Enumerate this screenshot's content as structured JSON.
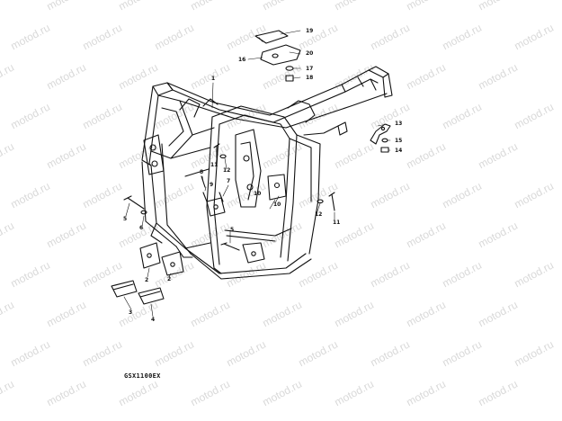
{
  "diagram": {
    "model_code": "GSX1100EX",
    "watermark_text": "motod.ru",
    "ink_color": "#111111",
    "callouts": [
      {
        "id": "c1",
        "label": "1"
      },
      {
        "id": "c2a",
        "label": "2"
      },
      {
        "id": "c2b",
        "label": "2"
      },
      {
        "id": "c3",
        "label": "3"
      },
      {
        "id": "c4",
        "label": "4"
      },
      {
        "id": "c5a",
        "label": "5"
      },
      {
        "id": "c5b",
        "label": "5"
      },
      {
        "id": "c6",
        "label": "6"
      },
      {
        "id": "c7",
        "label": "7"
      },
      {
        "id": "c8",
        "label": "8"
      },
      {
        "id": "c9",
        "label": "9"
      },
      {
        "id": "c10a",
        "label": "10"
      },
      {
        "id": "c10b",
        "label": "10"
      },
      {
        "id": "c11a",
        "label": "11"
      },
      {
        "id": "c11b",
        "label": "11"
      },
      {
        "id": "c12a",
        "label": "12"
      },
      {
        "id": "c12b",
        "label": "12"
      },
      {
        "id": "c13",
        "label": "13"
      },
      {
        "id": "c14",
        "label": "14"
      },
      {
        "id": "c15",
        "label": "15"
      },
      {
        "id": "c16",
        "label": "16"
      },
      {
        "id": "c17",
        "label": "17"
      },
      {
        "id": "c18",
        "label": "18"
      },
      {
        "id": "c19",
        "label": "19"
      },
      {
        "id": "c20",
        "label": "20"
      }
    ]
  }
}
